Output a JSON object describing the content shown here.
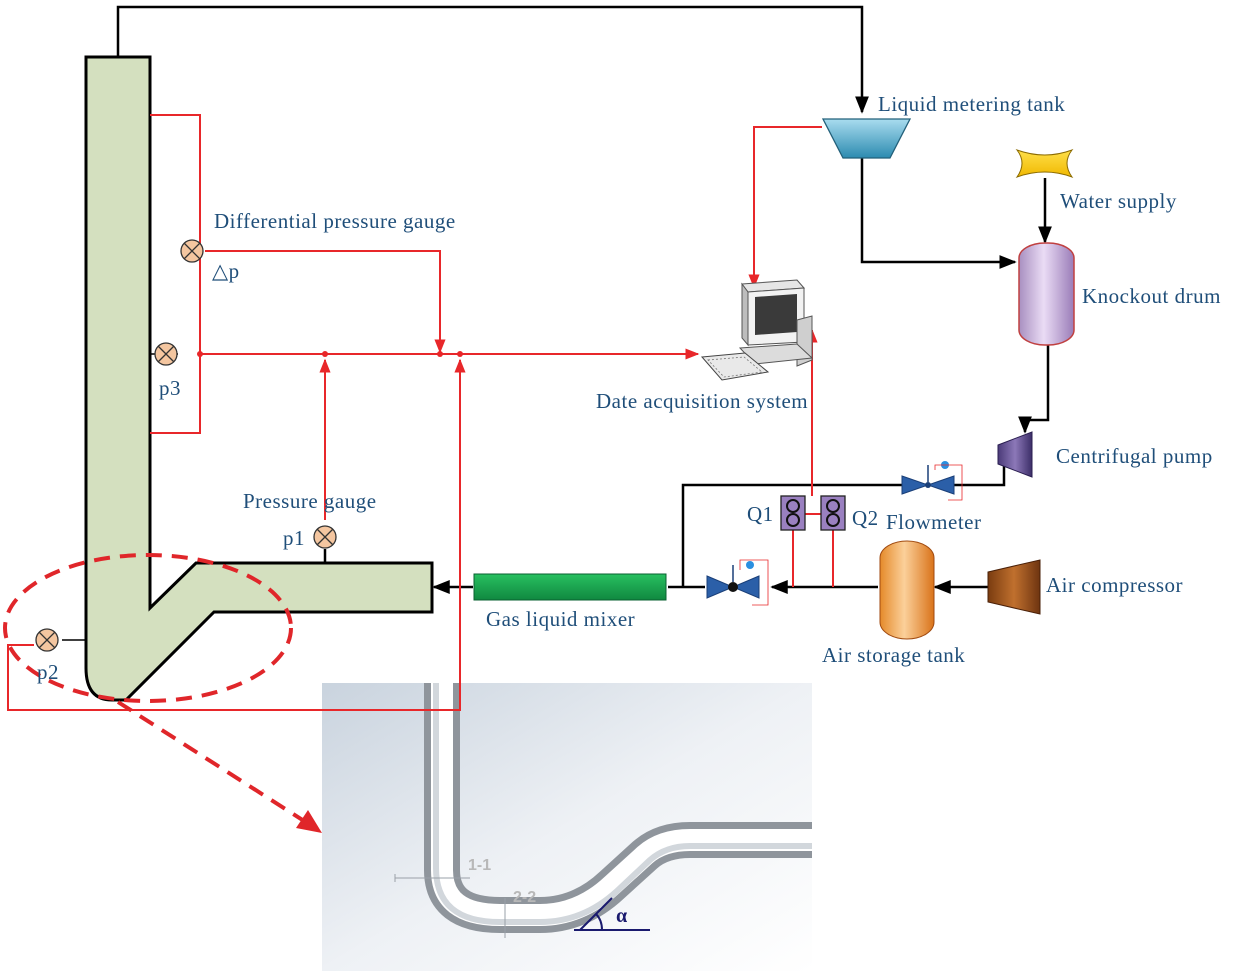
{
  "labels": {
    "liquid_metering_tank": "Liquid metering tank",
    "water_supply": "Water supply",
    "differential_pressure_gauge": "Differential pressure gauge",
    "delta_p": "△p",
    "knockout_drum": "Knockout drum",
    "p3": "p3",
    "date_acquisition_system": "Date acquisition system",
    "centrifugal_pump": "Centrifugal pump",
    "pressure_gauge": "Pressure gauge",
    "p1": "p1",
    "q1": "Q1",
    "q2": "Q2",
    "flowmeter": "Flowmeter",
    "air_compressor": "Air compressor",
    "gas_liquid_mixer": "Gas liquid mixer",
    "p2": "p2",
    "air_storage_tank": "Air storage tank"
  },
  "inset": {
    "section_1": "1-1",
    "section_2": "2-2",
    "angle": "α"
  },
  "colors": {
    "signal_line": "#e8272a",
    "process_line": "#000000",
    "pipe_fill": "#d4e0bf",
    "mixer": "#18a050",
    "label_text": "#1f4e79",
    "valve": "#2b5fa8"
  }
}
